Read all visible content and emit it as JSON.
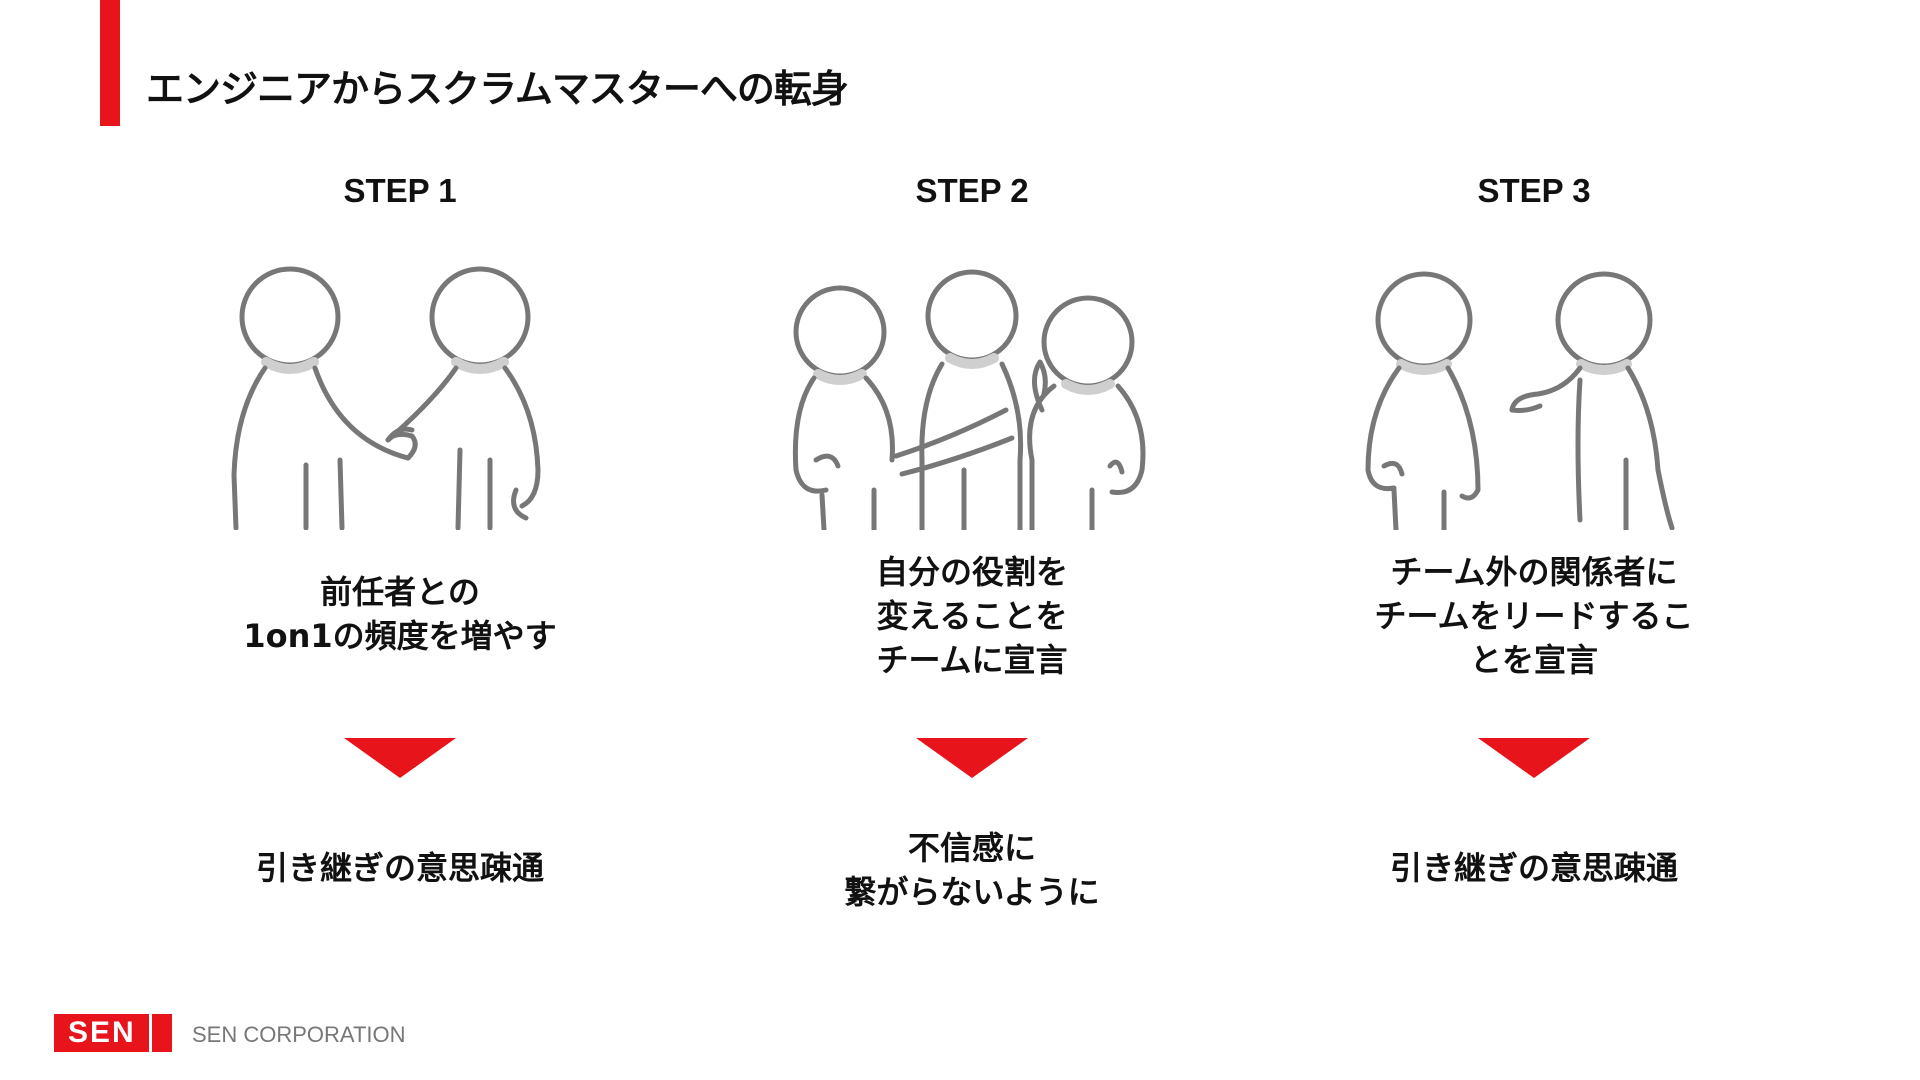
{
  "slide": {
    "title": "エンジニアからスクラムマスターへの転身",
    "accent_color": "#e8141c",
    "steps": [
      {
        "label": "STEP 1",
        "illustration": "two-people-handshake",
        "action": "前任者との\n1on1の頻度を増やす",
        "arrow_icon": "down-triangle-arrow",
        "result": "引き継ぎの意思疎通"
      },
      {
        "label": "STEP 2",
        "illustration": "three-people-discussion",
        "action": "自分の役割を\n変えることを\nチームに宣言",
        "arrow_icon": "down-triangle-arrow",
        "result": "不信感に\n繋がらないように"
      },
      {
        "label": "STEP 3",
        "illustration": "two-people-talking",
        "action": "チーム外の関係者に\nチームをリードするこ\nとを宣言",
        "arrow_icon": "down-triangle-arrow",
        "result": "引き継ぎの意思疎通"
      }
    ]
  },
  "footer": {
    "logo_text": "SEN",
    "company_name": "SEN CORPORATION"
  }
}
